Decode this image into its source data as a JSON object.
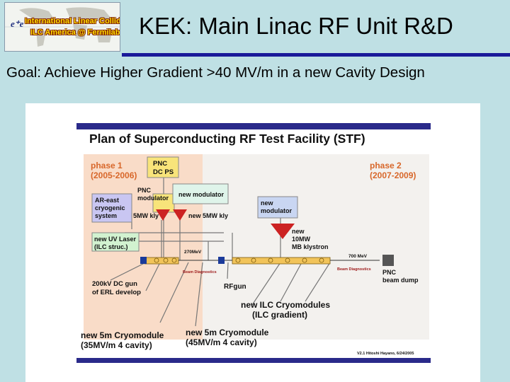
{
  "header": {
    "logo_line1": "International Linear Collider",
    "logo_line2": "ILC America @ Fermilab",
    "logo_mark": "e⁺e⁻",
    "title": "KEK: Main Linac RF Unit R&D"
  },
  "goal": "Goal: Achieve Higher Gradient >40 MV/m in a new Cavity Design",
  "figure": {
    "title": "Plan of Superconducting RF Test Facility (STF)",
    "phase1": "phase 1",
    "phase1_years": "(2005-2006)",
    "phase2": "phase 2",
    "phase2_years": "(2007-2009)",
    "pnc_dcps": [
      "PNC",
      "DC PS"
    ],
    "pnc_modulator": [
      "PNC",
      "modulator"
    ],
    "new_modulator_a": "new modulator",
    "new_modulator_b": [
      "new",
      "modulator"
    ],
    "ar_east": [
      "AR-east",
      "cryogenic",
      "system"
    ],
    "kly_5mw": "5MW kly",
    "kly_new5mw": "new 5MW kly",
    "kly_10mw": [
      "new",
      "10MW",
      "MB klystron"
    ],
    "uv_laser": [
      "new UV Laser",
      "(ILC struc.)"
    ],
    "mev_270": "270MeV",
    "mev_700": "700 MeV",
    "beam_diag": "Beam Diagnostics",
    "dc_gun": [
      "200kV DC gun",
      "of ERL develop"
    ],
    "rfgun": "RFgun",
    "pnc_dump": [
      "PNC",
      "beam dump"
    ],
    "ilc_cryo": [
      "new ILC Cryomodules",
      "(ILC gradient)"
    ],
    "cryo5m_a": [
      "new 5m Cryomodule",
      "(35MV/m 4 cavity)"
    ],
    "cryo5m_b": [
      "new 5m Cryomodule",
      "(45MV/m 4 cavity)"
    ],
    "credit": "V2.1 Hitoshi Hayano, 6/24/2005"
  }
}
